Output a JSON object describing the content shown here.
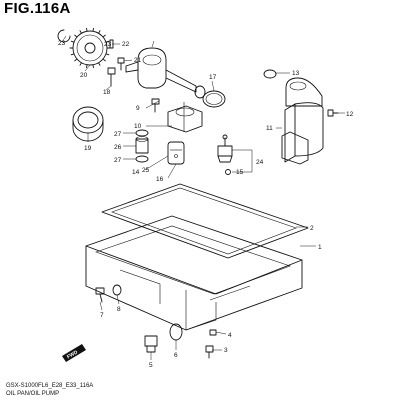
{
  "figure": {
    "title": "FIG.116A",
    "model_line": "GSX-S1000FL6_E28_E33_116A",
    "caption": "OIL PAN/OIL PUMP"
  },
  "callouts": [
    {
      "id": "c1",
      "text": "1"
    },
    {
      "id": "c2",
      "text": "2"
    },
    {
      "id": "c3",
      "text": "3"
    },
    {
      "id": "c4",
      "text": "4"
    },
    {
      "id": "c5",
      "text": "5"
    },
    {
      "id": "c6",
      "text": "6"
    },
    {
      "id": "c7",
      "text": "7"
    },
    {
      "id": "c8",
      "text": "8"
    },
    {
      "id": "c9",
      "text": "9"
    },
    {
      "id": "c10",
      "text": "10"
    },
    {
      "id": "c11",
      "text": "11"
    },
    {
      "id": "c12",
      "text": "12"
    },
    {
      "id": "c13",
      "text": "13"
    },
    {
      "id": "c14",
      "text": "14"
    },
    {
      "id": "c15",
      "text": "15"
    },
    {
      "id": "c16",
      "text": "16"
    },
    {
      "id": "c17",
      "text": "17"
    },
    {
      "id": "c18",
      "text": "18"
    },
    {
      "id": "c19",
      "text": "19"
    },
    {
      "id": "c20",
      "text": "20"
    },
    {
      "id": "c21",
      "text": "21"
    },
    {
      "id": "c22",
      "text": "22"
    },
    {
      "id": "c23a",
      "text": "23"
    },
    {
      "id": "c23b",
      "text": "23"
    },
    {
      "id": "c24",
      "text": "24"
    },
    {
      "id": "c25",
      "text": "25"
    },
    {
      "id": "c26",
      "text": "26"
    },
    {
      "id": "c27a",
      "text": "27"
    },
    {
      "id": "c27b",
      "text": "27"
    }
  ],
  "badge": {
    "fwd": "FWD"
  }
}
